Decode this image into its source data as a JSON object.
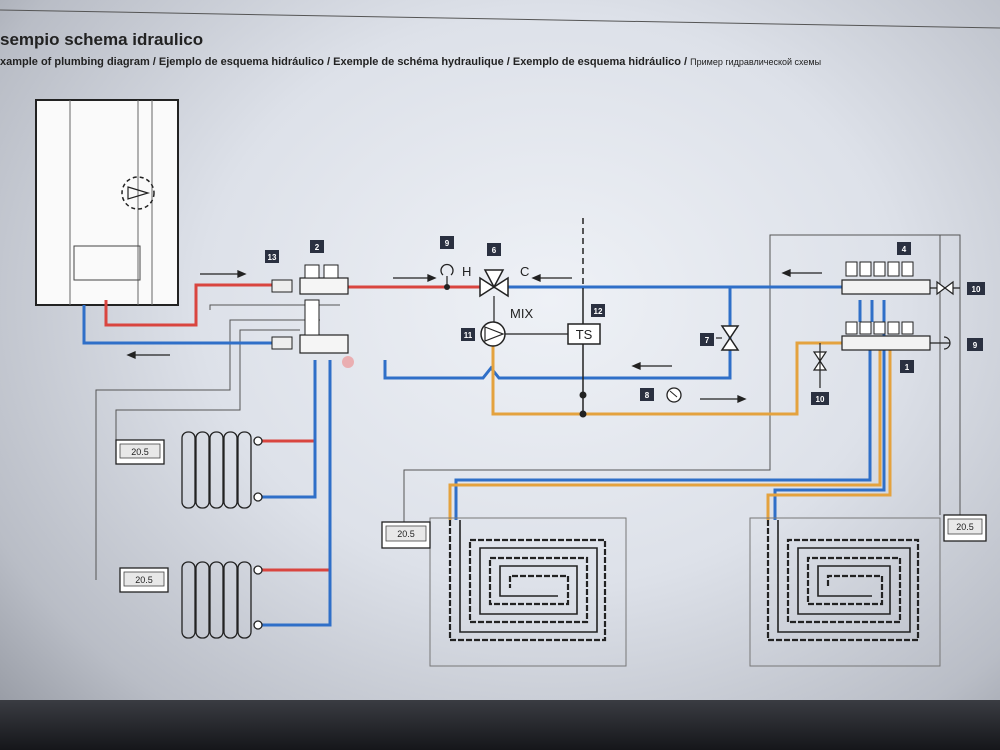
{
  "header": {
    "title": "sempio schema idraulico",
    "subtitle": "xample of plumbing diagram / Ejemplo de esquema hidráulico / Exemple de schéma hydraulique / Exemplo de esquema hidráulico /",
    "subtitle_ru": "Пример гидравлической схемы"
  },
  "labels": {
    "hot": "H",
    "cold": "C",
    "mix": "MIX",
    "ts": "TS"
  },
  "badges": {
    "b1": "1",
    "b2": "2",
    "b4": "4",
    "b6": "6",
    "b7": "7",
    "b8": "8",
    "b9": "9",
    "b9r": "9",
    "b10a": "10",
    "b10b": "10",
    "b11": "11",
    "b12": "12",
    "b13": "13"
  },
  "thermostats": {
    "t1": "20.5",
    "t2": "20.5",
    "t3": "20.5",
    "t4": "20.5"
  },
  "colors": {
    "hot": "#d9453f",
    "cold": "#2f6fc8",
    "floor": "#e4a23e",
    "line": "#444444"
  }
}
